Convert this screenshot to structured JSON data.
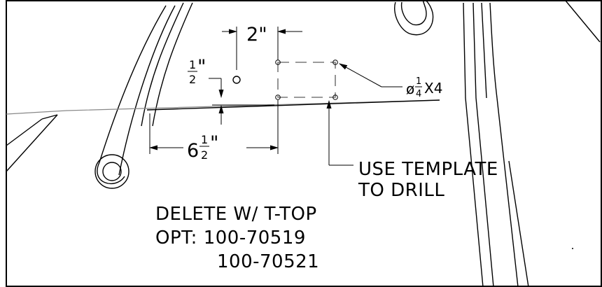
{
  "drawing": {
    "dimensions": {
      "hole_spacing": {
        "value": "2",
        "unit": "\""
      },
      "offset_half": {
        "num": "1",
        "den": "2",
        "unit": "\""
      },
      "offset_main": {
        "whole": "6",
        "num": "1",
        "den": "2",
        "unit": "\""
      }
    },
    "callouts": {
      "hole_spec": {
        "prefix": "ø",
        "num": "1",
        "den": "4",
        "suffix": "X4"
      },
      "template_note": [
        "USE TEMPLATE",
        "TO DRILL"
      ]
    },
    "notes": {
      "delete_line": "DELETE W/ T-TOP",
      "opt_line": "OPT: 100-70519",
      "opt_line2": "100-70521"
    }
  }
}
